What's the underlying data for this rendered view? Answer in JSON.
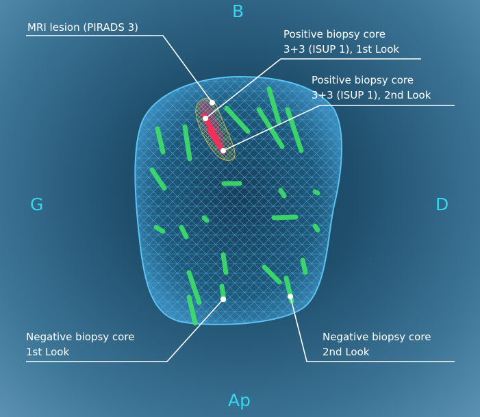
{
  "orientation": {
    "top": "B",
    "left": "G",
    "right": "D",
    "bottom": "Ap"
  },
  "labels": {
    "mri_lesion": "MRI lesion (PIRADS 3)",
    "pos_first_l1": "Positive biopsy core",
    "pos_first_l2": "3+3 (ISUP 1), 1st Look",
    "pos_second_l1": "Positive biopsy core",
    "pos_second_l2": "3+3 (ISUP 1), 2nd Look",
    "neg_first_l1": "Negative biopsy core",
    "neg_first_l2": "1st Look",
    "neg_second_l1": "Negative biopsy core",
    "neg_second_l2": "2nd Look"
  },
  "colors": {
    "background": "#2a5c7c",
    "orientation_text": "#35d6ee",
    "mesh": "#4fb4e6",
    "negative_core": "#3ee06a",
    "positive_core": "#f0305a",
    "lesion_mesh": "#d8c24a",
    "label_text": "#ffffff"
  }
}
